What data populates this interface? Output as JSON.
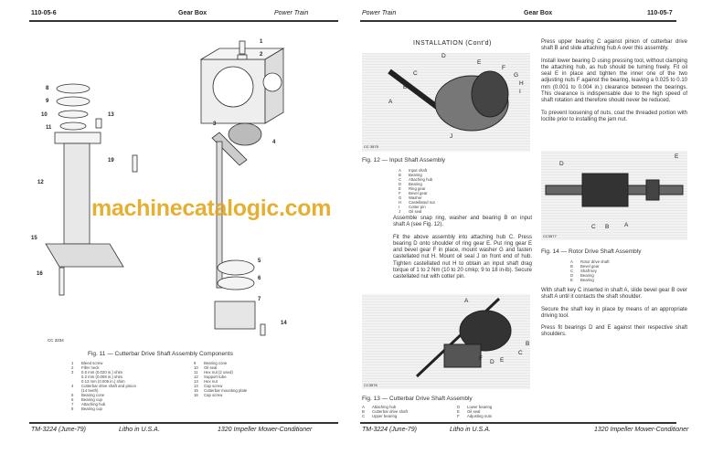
{
  "left_page": {
    "header": {
      "page_no": "110-05-6",
      "center": "Gear Box",
      "right": "Power Train"
    },
    "figure11": {
      "callouts": [
        "1",
        "2",
        "3",
        "4",
        "5",
        "6",
        "7",
        "8",
        "9",
        "10",
        "11",
        "12",
        "13",
        "14",
        "15",
        "16",
        "19"
      ],
      "code": "CC 3234",
      "caption": "Fig. 11 — Cutterbar Drive Shaft Assembly Components",
      "legend_left": [
        {
          "k": "1",
          "v": "Bleed screw"
        },
        {
          "k": "2",
          "v": "Filler neck"
        },
        {
          "k": "3",
          "v": "0.5 mm (0.020 in.) shim"
        },
        {
          "k": "",
          "v": "0.2 mm (0.008 in.) shim"
        },
        {
          "k": "",
          "v": "0.13 mm (0.005 in.) shim"
        },
        {
          "k": "4",
          "v": "Cutterbar drive shaft and pinion"
        },
        {
          "k": "",
          "v": "(14 teeth)"
        },
        {
          "k": "5",
          "v": "Bearing cone"
        },
        {
          "k": "6",
          "v": "Bearing cup"
        },
        {
          "k": "7",
          "v": "Attaching hub"
        },
        {
          "k": "8",
          "v": "Bearing cup"
        }
      ],
      "legend_right": [
        {
          "k": "9",
          "v": "Bearing cone"
        },
        {
          "k": "10",
          "v": "Oil seal"
        },
        {
          "k": "11",
          "v": "Hex nut (2 used)"
        },
        {
          "k": "12",
          "v": "Support tube"
        },
        {
          "k": "13",
          "v": "Hex nut"
        },
        {
          "k": "14",
          "v": "Cap screw"
        },
        {
          "k": "15",
          "v": "Cutterbar mounting plate"
        },
        {
          "k": "16",
          "v": "Cap screw"
        }
      ]
    },
    "footer": {
      "doc": "TM-3224 (June-79)",
      "litho": "Litho in U.S.A.",
      "model": "1320 Impeller Mower-Conditioner"
    }
  },
  "right_page": {
    "header": {
      "left": "Power Train",
      "center": "Gear Box",
      "page_no": "110-05-7"
    },
    "title": "INSTALLATION (Cont'd)",
    "figure12": {
      "labels": [
        "A",
        "B",
        "C",
        "D",
        "E",
        "F",
        "G",
        "H",
        "I",
        "J"
      ],
      "code": "CC 3575",
      "caption": "Fig. 12 —   Input Shaft Assembly",
      "legend": [
        {
          "k": "A",
          "v": "Input shaft"
        },
        {
          "k": "B",
          "v": "Bearing"
        },
        {
          "k": "C",
          "v": "Attaching hub"
        },
        {
          "k": "D",
          "v": "Bearing"
        },
        {
          "k": "E",
          "v": "Ring gear"
        },
        {
          "k": "F",
          "v": "Bevel gear"
        },
        {
          "k": "G",
          "v": "Washer"
        },
        {
          "k": "H",
          "v": "Castellated nut"
        },
        {
          "k": "I",
          "v": "Cotter pin"
        },
        {
          "k": "J",
          "v": "Oil seal"
        }
      ]
    },
    "middle_text": [
      "Assemble snap ring, washer and bearing B on input shaft A (see Fig. 12).",
      "Fit the above assembly into attaching hub C. Press bearing D onto shoulder of ring gear E. Put ring gear E and bevel gear F in place, mount washer G and fasten castellated nut H. Mount oil seal J on front end of hub. Tighten castellated nut H to obtain an input shaft drag torque of 1 to 2 Nm (10 to 20 cmkp; 9 to 18 in-lb). Secure castellated nut with cotter pin."
    ],
    "right_text_top": [
      "Press upper bearing C against pinion of cutterbar drive shaft B and slide attaching hub A over this assembly.",
      "Install lower bearing D using pressing tool, without clamping the attaching hub, as hub should be turning freely. Fit oil seal E in place and tighten the inner one of the two adjusting nuts F against the bearing, leaving a 0.025 to 0.10 mm (0.001 to 0.004 in.) clearance between the bearings. This clearance is indispensable due to the high speed of shaft rotation and therefore should never be reduced.",
      "To prevent loosening of nuts, coat the threaded portion with loctite prior to installing the jam nut."
    ],
    "figure14": {
      "labels": [
        "A",
        "B",
        "C",
        "D",
        "E"
      ],
      "code": "CC3577",
      "caption": "Fig. 14 —   Rotor Drive Shaft Assembly",
      "legend": [
        {
          "k": "A",
          "v": "Rotor drive shaft"
        },
        {
          "k": "B",
          "v": "Bevel gear"
        },
        {
          "k": "C",
          "v": "Shaft key"
        },
        {
          "k": "D",
          "v": "Bearing"
        },
        {
          "k": "E",
          "v": "Bearing"
        }
      ]
    },
    "right_text_bottom": [
      "With shaft key C inserted in shaft A, slide bevel gear B over shaft A until it contacts the shaft shoulder.",
      "Secure the shaft key in place by means of an appropriate driving tool.",
      "Press fit bearings D and E against their respective shaft shoulders."
    ],
    "figure13": {
      "labels": [
        "A",
        "B",
        "C",
        "D",
        "E",
        "F"
      ],
      "code": "CC3576",
      "caption": "Fig. 13 —   Cutterbar Drive Shaft Assembly",
      "legend_left": [
        {
          "k": "A",
          "v": "Attaching hub"
        },
        {
          "k": "B",
          "v": "Cutterbar drive shaft"
        },
        {
          "k": "C",
          "v": "Upper bearing"
        }
      ],
      "legend_right": [
        {
          "k": "D",
          "v": "Lower bearing"
        },
        {
          "k": "E",
          "v": "Oil seal"
        },
        {
          "k": "F",
          "v": "Adjusting nuts"
        }
      ]
    },
    "footer": {
      "doc": "TM-3224 (June-79)",
      "litho": "Litho in U.S.A.",
      "model": "1320 Impeller Mower-Conditioner"
    }
  },
  "watermark": "machinecatalogic.com"
}
